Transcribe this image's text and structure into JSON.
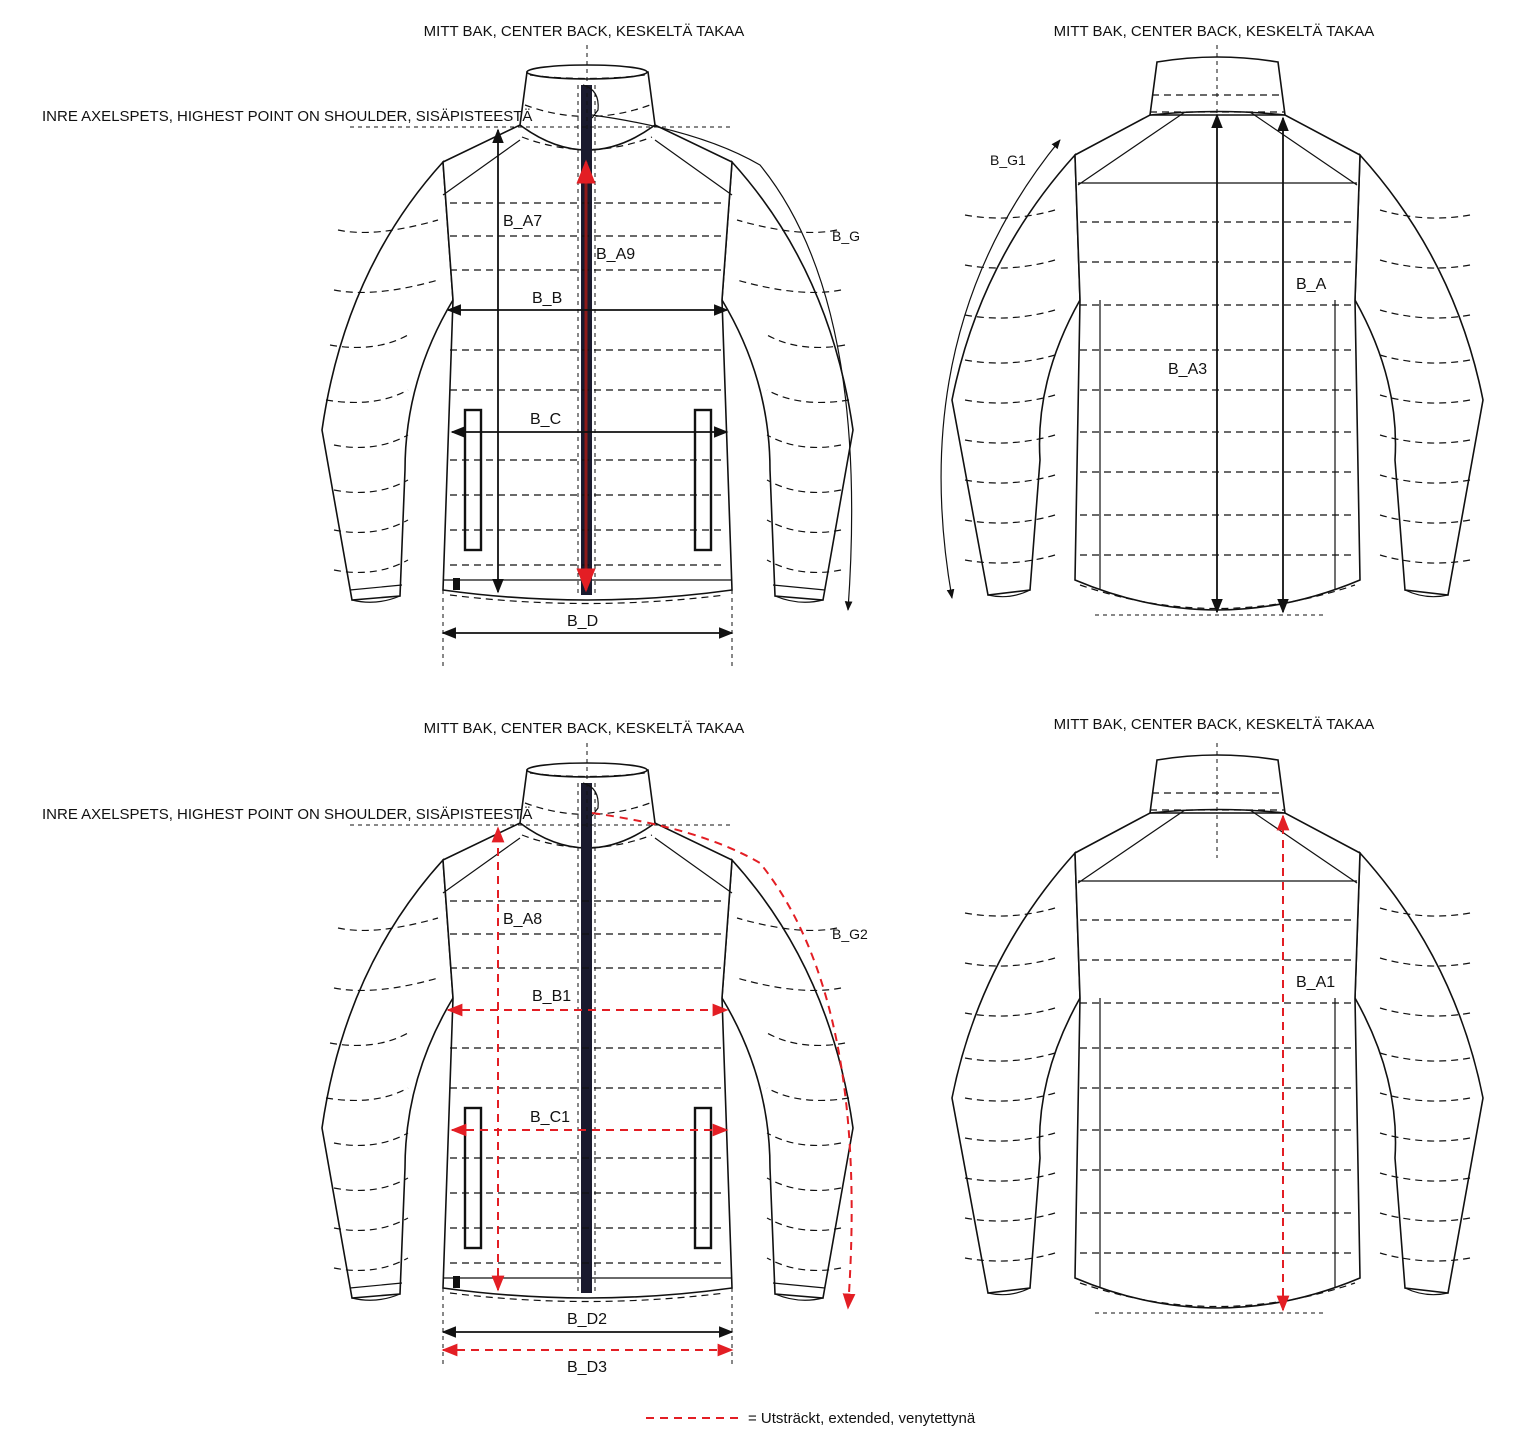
{
  "colors": {
    "line": "#111111",
    "extended": "#e31e24",
    "zipper": "#1a1a2e"
  },
  "panels": {
    "front_top": {
      "header": "MITT BAK, CENTER BACK, KESKELTÄ TAKAA",
      "shoulder_note": "INRE AXELSPETS, HIGHEST POINT ON SHOULDER, SISÄPISTEESTÄ",
      "labels": {
        "a7": "B_A7",
        "a9": "B_A9",
        "b": "B_B",
        "c": "B_C",
        "d": "B_D",
        "g": "B_G"
      }
    },
    "back_top": {
      "header": "MITT BAK, CENTER BACK, KESKELTÄ TAKAA",
      "labels": {
        "g1": "B_G1",
        "a": "B_A",
        "a3": "B_A3"
      }
    },
    "front_bottom": {
      "header": "MITT BAK, CENTER BACK, KESKELTÄ TAKAA",
      "shoulder_note": "INRE AXELSPETS, HIGHEST POINT ON SHOULDER, SISÄPISTEESTÄ",
      "labels": {
        "a8": "B_A8",
        "b1": "B_B1",
        "c1": "B_C1",
        "d2": "B_D2",
        "d3": "B_D3",
        "g2": "B_G2"
      }
    },
    "back_bottom": {
      "header": "MITT BAK, CENTER BACK, KESKELTÄ TAKAA",
      "labels": {
        "a1": "B_A1"
      }
    }
  },
  "legend": {
    "text": "= Utsträckt, extended, venytettynä"
  }
}
